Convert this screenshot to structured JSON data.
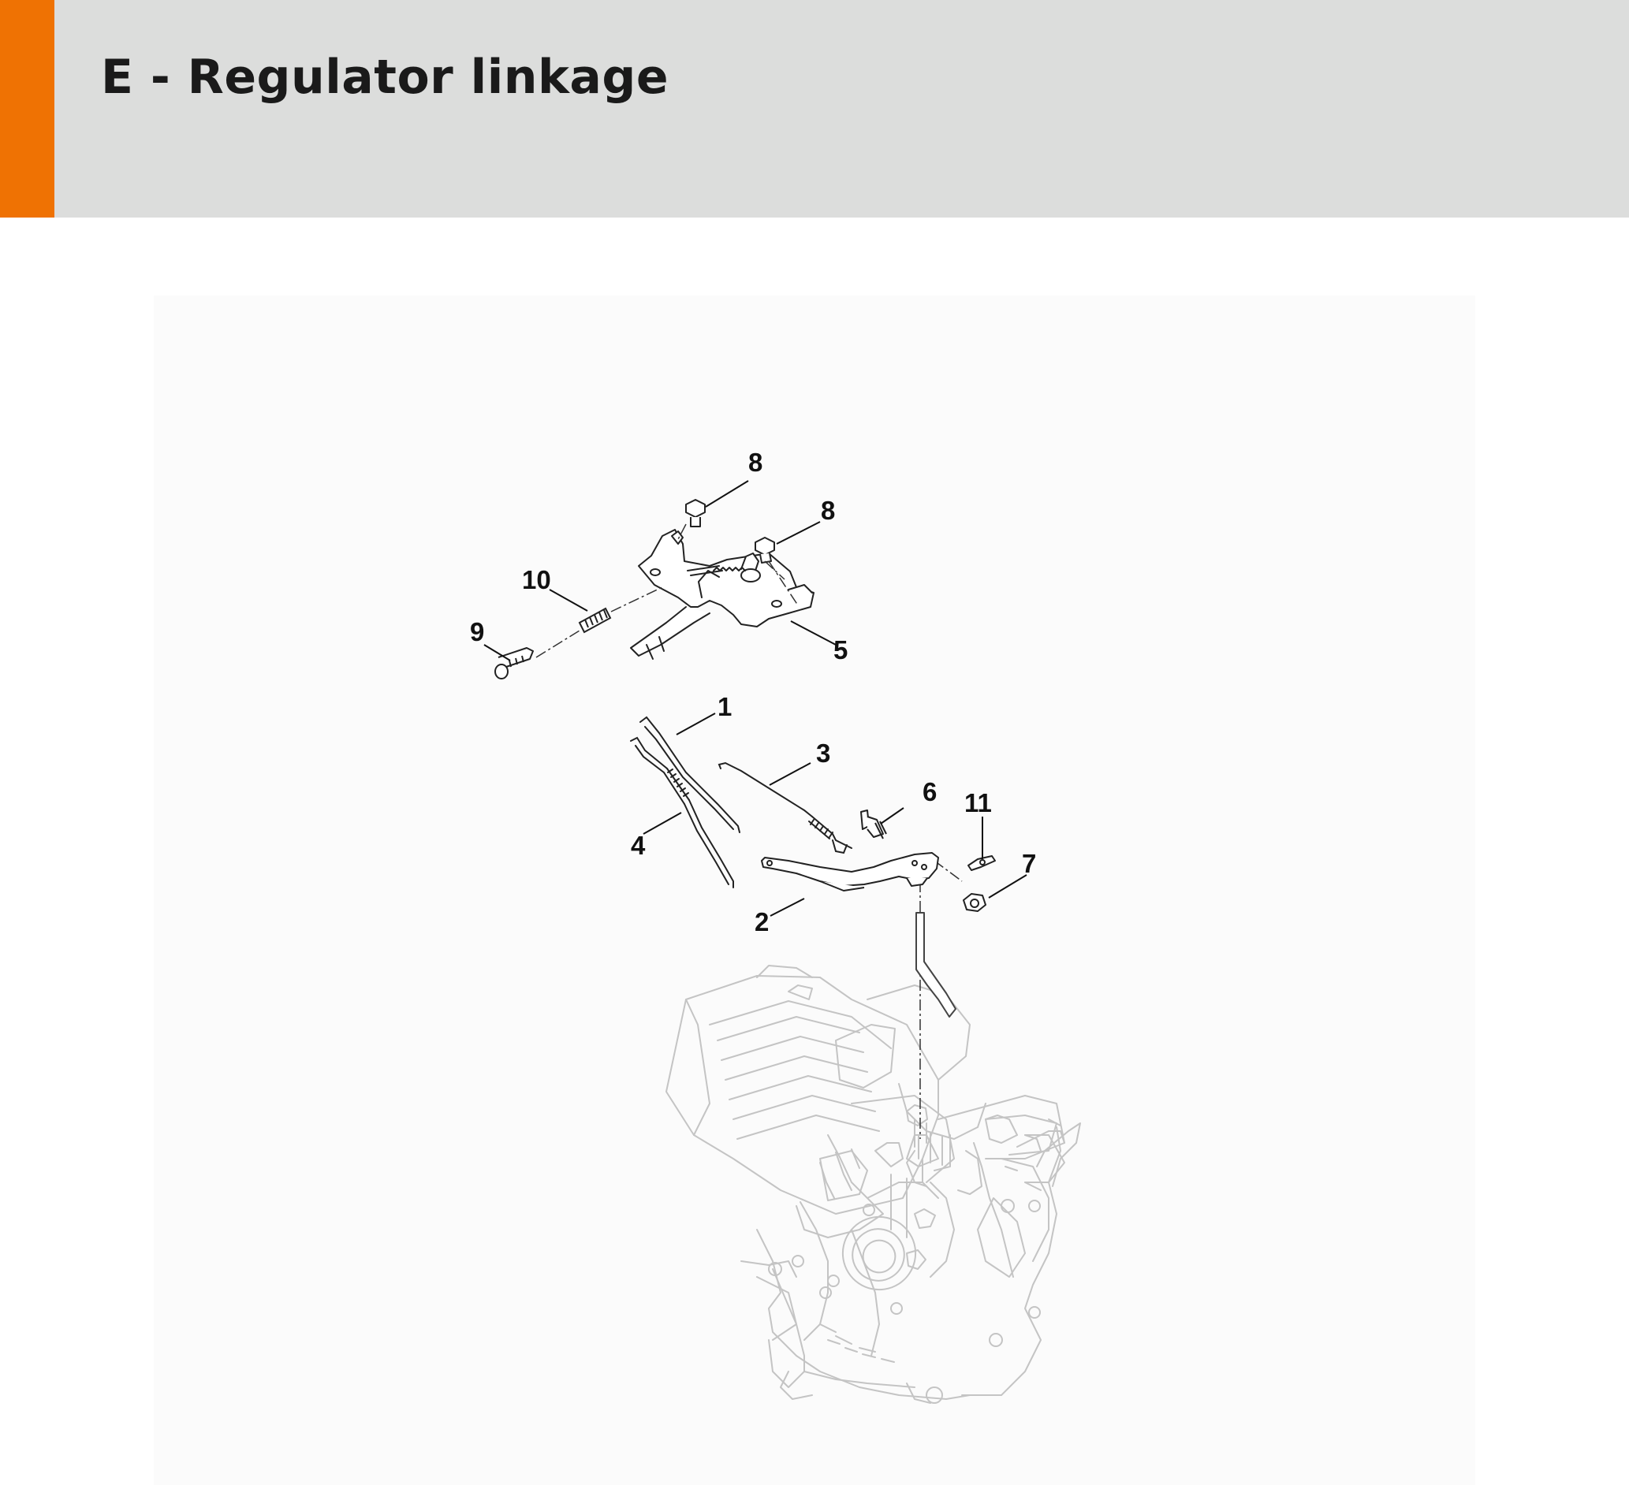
{
  "header": {
    "title": "E - Regulator linkage",
    "accent_color": "#ef7203",
    "band_color": "#dcdddc"
  },
  "diagram": {
    "callouts": [
      {
        "id": "c8a",
        "label": "8"
      },
      {
        "id": "c8b",
        "label": "8"
      },
      {
        "id": "c10",
        "label": "10"
      },
      {
        "id": "c9",
        "label": "9"
      },
      {
        "id": "c5",
        "label": "5"
      },
      {
        "id": "c1",
        "label": "1"
      },
      {
        "id": "c3",
        "label": "3"
      },
      {
        "id": "c6",
        "label": "6"
      },
      {
        "id": "c11",
        "label": "11"
      },
      {
        "id": "c4",
        "label": "4"
      },
      {
        "id": "c7",
        "label": "7"
      },
      {
        "id": "c2",
        "label": "2"
      }
    ]
  }
}
